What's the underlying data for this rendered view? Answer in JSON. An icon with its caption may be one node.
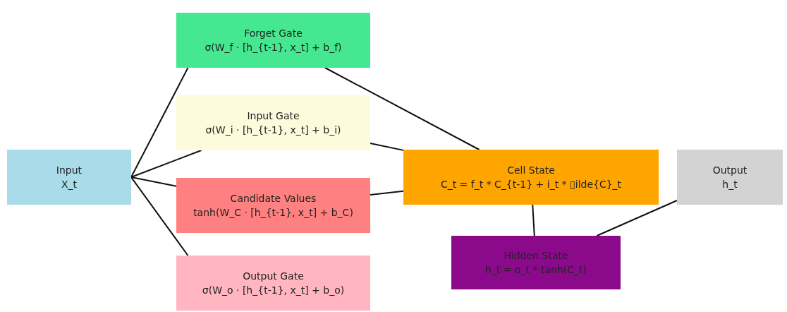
{
  "diagram": {
    "nodes": [
      {
        "text": [
          "Input",
          "X_t"
        ]
      },
      {
        "text": [
          "Forget Gate",
          "σ(W_f · [h_{t-1}, x_t] + b_f)"
        ]
      },
      {
        "text": [
          "Input Gate",
          "σ(W_i · [h_{t-1}, x_t] + b_i)"
        ]
      },
      {
        "text": [
          "Candidate Values",
          "tanh(W_C · [h_{t-1}, x_t] + b_C)"
        ]
      },
      {
        "text": [
          "Output Gate",
          "σ(W_o · [h_{t-1}, x_t] + b_o)"
        ]
      },
      {
        "text": [
          "Cell State",
          "C_t = f_t * C_{t-1} + i_t * ▯ilde{C}_t"
        ]
      },
      {
        "text": [
          "Hidden State",
          "h_t = o_t * tanh(C_t)"
        ]
      },
      {
        "text": [
          "Output",
          "h_t"
        ]
      }
    ],
    "edges": [
      {
        "from": 0,
        "to": 1,
        "arrow": "none"
      },
      {
        "from": 0,
        "to": 2,
        "arrow": "none"
      },
      {
        "from": 0,
        "to": 3,
        "arrow": "none"
      },
      {
        "from": 0,
        "to": 4,
        "arrow": "none"
      },
      {
        "from": 1,
        "to": 5,
        "arrow": "none"
      },
      {
        "from": 2,
        "to": 5,
        "arrow": "none"
      },
      {
        "from": 3,
        "to": 5,
        "arrow": "none"
      },
      {
        "from": 5,
        "to": 6,
        "arrow": "none"
      },
      {
        "from": 6,
        "to": 7,
        "arrow": "none"
      }
    ]
  }
}
